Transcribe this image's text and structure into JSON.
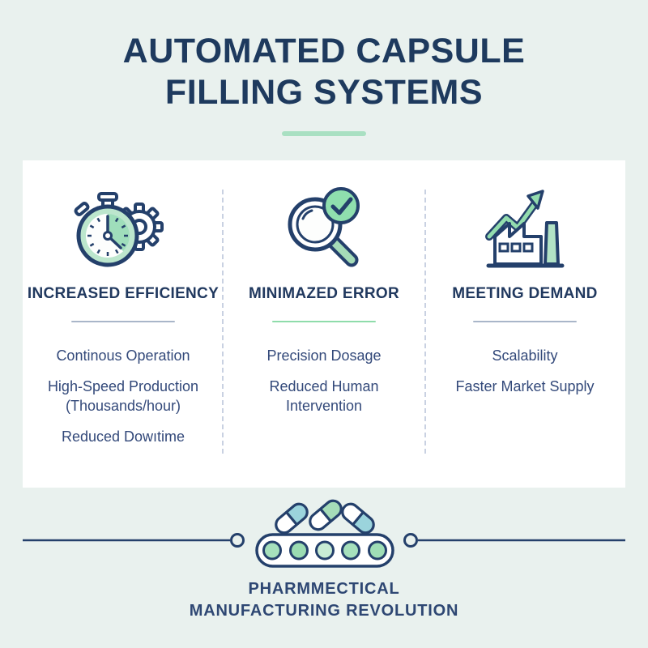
{
  "theme": {
    "background": "#e9f1ee",
    "card_bg": "#ffffff",
    "navy": "#1e3a5e",
    "icon_outline": "#24406b",
    "body_text": "#33497a",
    "accent_green": "#a9e0c2",
    "green_underline": "#8fdcab",
    "gray_underline": "#a9b6c9",
    "dashed_divider": "#c9d1e2",
    "capsule_teal": "#9bd4dc",
    "capsule_green": "#a5dcb8"
  },
  "title": {
    "line1": "AUTOMATED CAPSULE",
    "line2": "FILLING SYSTEMS"
  },
  "columns": [
    {
      "icon": "stopwatch-gear-icon",
      "heading": "INCREASED EFFICIENCY",
      "underline_color": "#a9b6c9",
      "items": [
        "Continous Operation",
        "High-Speed Production (Thousands/hour)",
        "Reduced Dowıtime"
      ]
    },
    {
      "icon": "magnifier-check-icon",
      "heading": "MINIMAZED ERROR",
      "underline_color": "#8fdcab",
      "items": [
        "Precision Dosage",
        "Reduced Human Intervention"
      ]
    },
    {
      "icon": "factory-growth-icon",
      "heading": "MEETING DEMAND",
      "underline_color": "#a9b6c9",
      "items": [
        "Scalability",
        "Faster Market Supply"
      ]
    }
  ],
  "footer": {
    "caption_line1": "PHARMMECTICAL",
    "caption_line2": "MANUFACTURING REVOLUTION"
  }
}
